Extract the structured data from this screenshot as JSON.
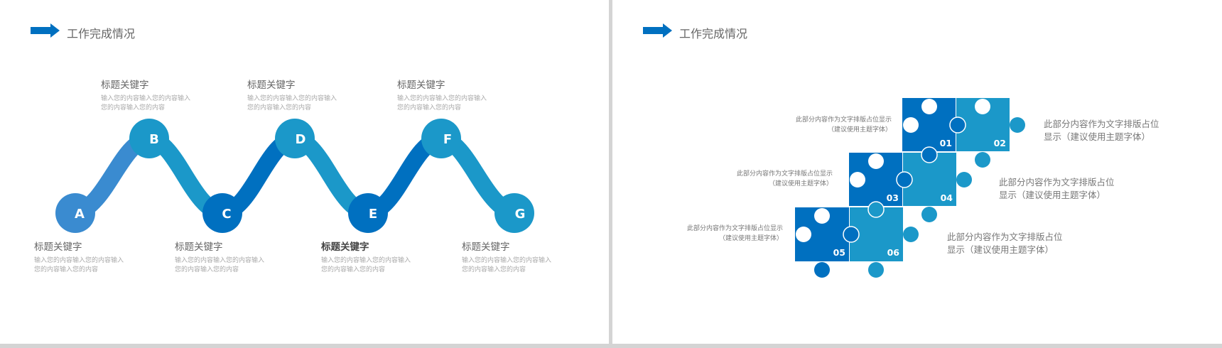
{
  "slides": [
    {
      "title": "工作完成情况",
      "nodes": [
        {
          "letter": "A",
          "title": "标题关键字",
          "desc1": "输入您的内容输入您的内容输入",
          "desc2": "您的内容输入您的内容"
        },
        {
          "letter": "B",
          "title": "标题关键字",
          "desc1": "输入您的内容输入您的内容输入",
          "desc2": "您的内容输入您的内容"
        },
        {
          "letter": "C",
          "title": "标题关键字",
          "desc1": "输入您的内容输入您的内容输入",
          "desc2": "您的内容输入您的内容"
        },
        {
          "letter": "D",
          "title": "标题关键字",
          "desc1": "输入您的内容输入您的内容输入",
          "desc2": "您的内容输入您的内容"
        },
        {
          "letter": "E",
          "title": "标题关键字",
          "desc1": "输入您的内容输入您的内容输入",
          "desc2": "您的内容输入您的内容"
        },
        {
          "letter": "F",
          "title": "标题关键字",
          "desc1": "输入您的内容输入您的内容输入",
          "desc2": "您的内容输入您的内容"
        },
        {
          "letter": "G",
          "title": "标题关键字",
          "desc1": "输入您的内容输入您的内容输入",
          "desc2": "您的内容输入您的内容"
        }
      ]
    },
    {
      "title": "工作完成情况",
      "pieces": [
        "01",
        "02",
        "03",
        "04",
        "05",
        "06"
      ],
      "left_texts": [
        {
          "line1": "此部分内容作为文字排版占位显示",
          "line2": "（建议使用主题字体）"
        },
        {
          "line1": "此部分内容作为文字排版占位显示",
          "line2": "（建议使用主题字体）"
        },
        {
          "line1": "此部分内容作为文字排版占位显示",
          "line2": "（建议使用主题字体）"
        }
      ],
      "right_texts": [
        {
          "line1": "此部分内容作为文字排版占位",
          "line2": "显示（建议使用主题字体）"
        },
        {
          "line1": "此部分内容作为文字排版占位",
          "line2": "显示（建议使用主题字体）"
        },
        {
          "line1": "此部分内容作为文字排版占位",
          "line2": "显示（建议使用主题字体）"
        }
      ]
    }
  ],
  "colors": {
    "dark": "#0070c0",
    "light": "#1b98c9",
    "mid": "#3a8bd0",
    "text": "#666666"
  }
}
